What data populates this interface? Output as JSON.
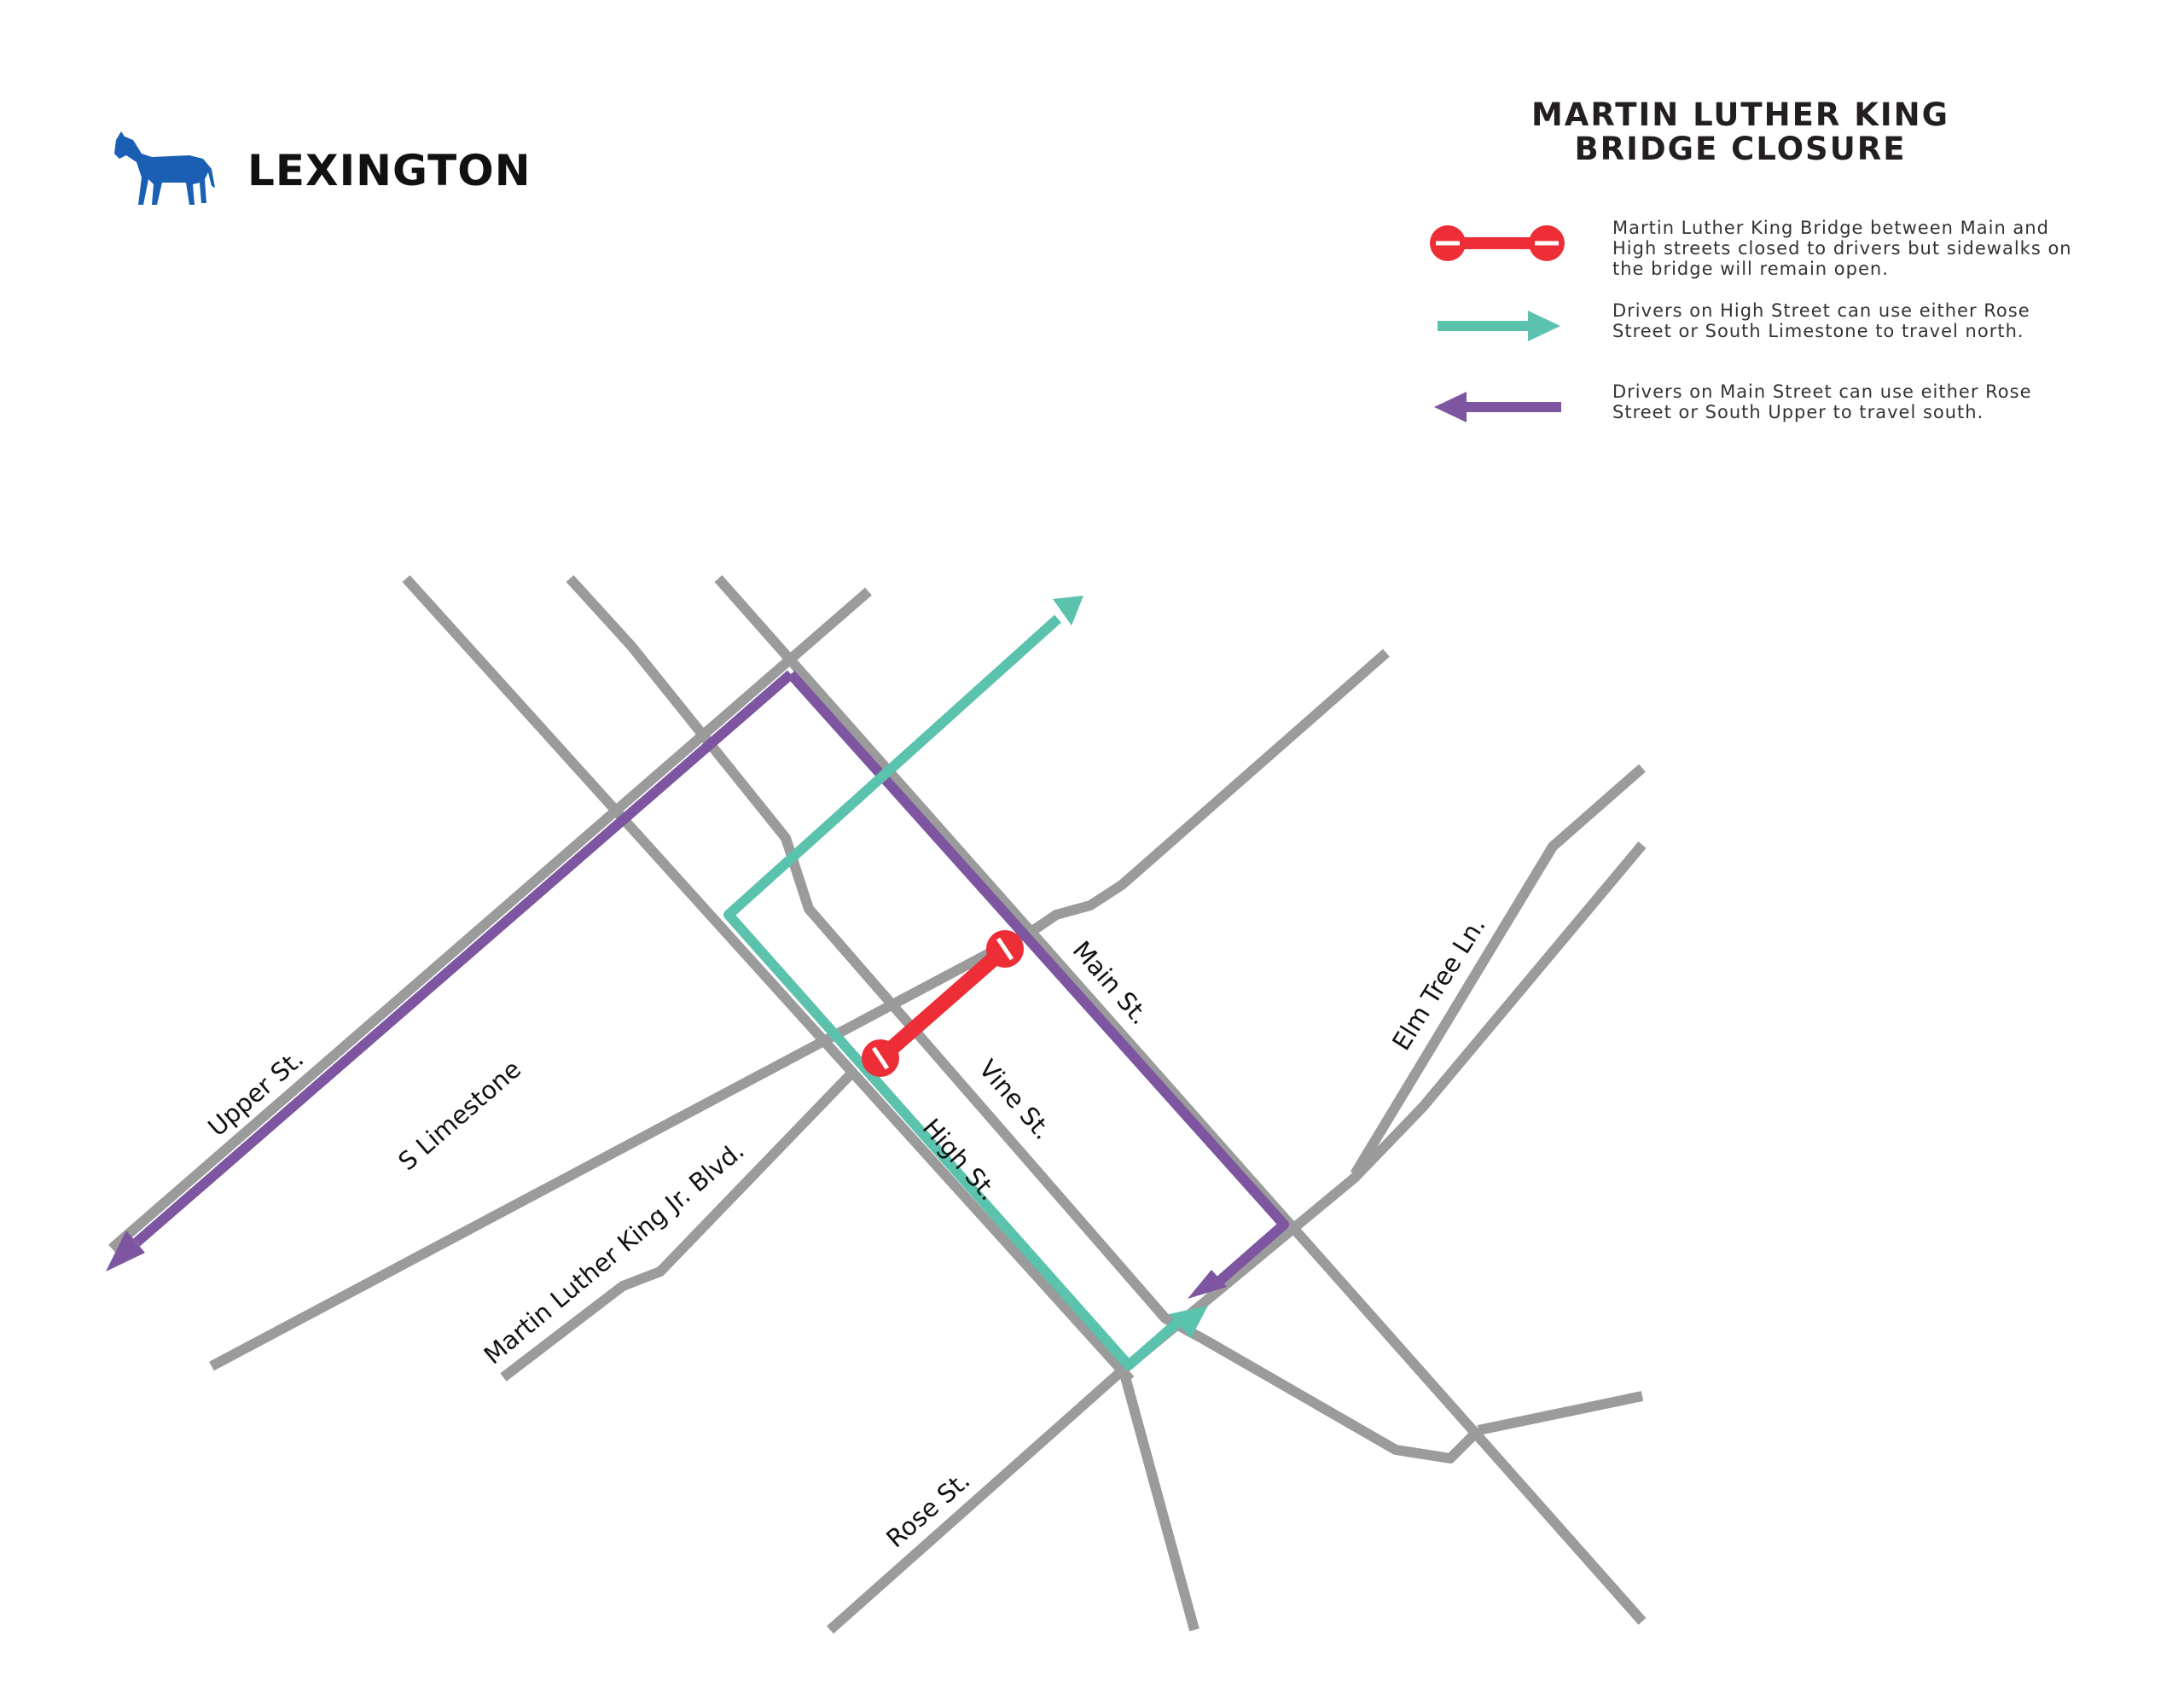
{
  "header": {
    "logo_text": "LEXINGTON",
    "logo_icon": "horse-icon"
  },
  "title": {
    "line1": "MARTIN LUTHER KING",
    "line2": "BRIDGE CLOSURE"
  },
  "legend": [
    {
      "symbol": "closure-bar",
      "color": "#ee2e36",
      "text": "Martin Luther King Bridge between Main and High streets  closed to drivers but sidewalks on the bridge will remain open."
    },
    {
      "symbol": "arrow-right",
      "color": "#5bc2ad",
      "text": "Drivers on High Street can use either Rose Street or South Limestone to travel north."
    },
    {
      "symbol": "arrow-left",
      "color": "#7d55a0",
      "text": "Drivers on Main Street can use either Rose Street or South Upper to travel south."
    }
  ],
  "streets": {
    "upper": "Upper St.",
    "limestone": "S Limestone",
    "mlk": "Martin Luther King Jr. Blvd.",
    "high": "High St.",
    "vine": "Vine St.",
    "main": "Main St.",
    "elm": "Elm Tree Ln.",
    "rose": "Rose St."
  },
  "colors": {
    "road": "#9b9b9b",
    "closure": "#ee2e36",
    "north_detour": "#5bc2ad",
    "south_detour": "#7d55a0",
    "logo": "#1a5fb4"
  }
}
